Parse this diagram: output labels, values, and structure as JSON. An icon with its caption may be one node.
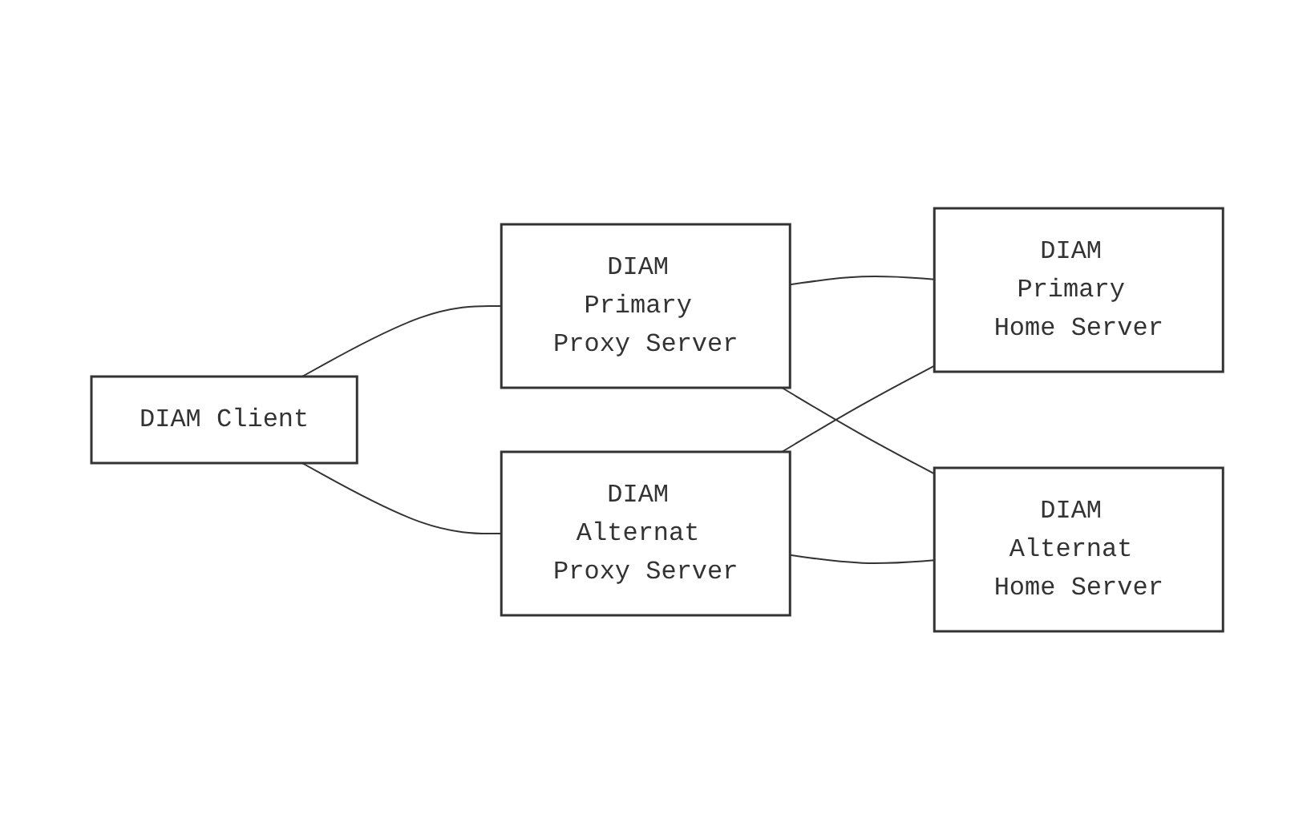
{
  "diagram": {
    "nodes": [
      {
        "text": [
          "DIAM Client"
        ]
      },
      {
        "text": [
          "DIAM Primary Proxy Server"
        ]
      },
      {
        "text": [
          "DIAM Alternat Proxy Server"
        ]
      },
      {
        "text": [
          "DIAM Primary Home Server"
        ]
      },
      {
        "text": [
          "DIAM Alternat Home Server"
        ]
      }
    ],
    "edges": [
      {
        "from": 0,
        "to": 1,
        "arrow": "none"
      },
      {
        "from": 0,
        "to": 2,
        "arrow": "none"
      },
      {
        "from": 1,
        "to": 3,
        "arrow": "none"
      },
      {
        "from": 1,
        "to": 4,
        "arrow": "none"
      },
      {
        "from": 2,
        "to": 4,
        "arrow": "none"
      },
      {
        "from": 2,
        "to": 3,
        "arrow": "none"
      }
    ]
  }
}
